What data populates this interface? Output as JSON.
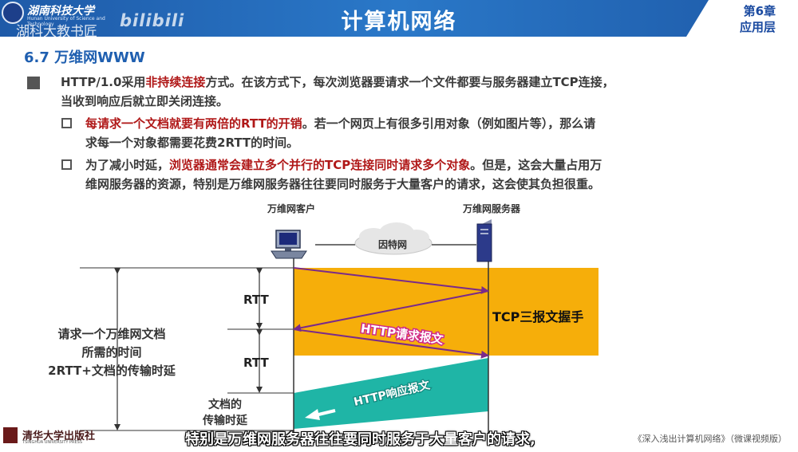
{
  "header": {
    "university_cn": "湖南科技大学",
    "university_en": "Hunan University of Science and Technology",
    "watermark_channel": "湖科大教书匠",
    "watermark_site": "bilibili",
    "title": "计算机网络",
    "chapter_num": "第6章",
    "chapter_name": "应用层"
  },
  "section": {
    "title": "6.7 万维网WWW"
  },
  "content": {
    "main": {
      "line1_a": "HTTP/1.0采用",
      "line1_hl": "非持续连接",
      "line1_b": "方式。在该方式下，每次浏览器要请求一个文件都要与服务器建立TCP连接，",
      "line2": "当收到响应后就立即关闭连接。"
    },
    "sub1": {
      "line1_hl": "每请求一个文档就要有两倍的RTT的开销",
      "line1_b": "。若一个网页上有很多引用对象（例如图片等），那么请",
      "line2": "求每一个对象都需要花费2RTT的时间。"
    },
    "sub2": {
      "line1_a": "为了减小时延，",
      "line1_hl": "浏览器通常会建立多个并行的TCP连接同时请求多个对象",
      "line1_b": "。但是，这会大量占用万",
      "line2": "维网服务器的资源，特别是万维网服务器往往要同时服务于大量客户的请求，这会使其负担很重。"
    }
  },
  "diagram": {
    "client_label": "万维网客户",
    "server_label": "万维网服务器",
    "internet_label": "因特网",
    "rtt1": "RTT",
    "rtt2": "RTT",
    "handshake_label": "TCP三报文握手",
    "request_label": "HTTP请求报文",
    "response_label": "HTTP响应报文",
    "left_label": [
      "请求一个万维网文档",
      "所需的时间",
      "2RTT+文档的传输时延"
    ],
    "doc_label": [
      "文档的",
      "传输时延"
    ],
    "colors": {
      "handshake": "#f6ae0a",
      "response": "#1fb5a6",
      "arrow": "#7a2a8a"
    }
  },
  "footer": {
    "publisher_cn": "清华大学出版社",
    "publisher_en": "TSINGHUA UNIVERSITY PRESS",
    "subtitle": "特别是万维网服务器往往要同时服务于大量客户的请求,",
    "book": "《深入浅出计算机网络》（微课视频版）"
  }
}
